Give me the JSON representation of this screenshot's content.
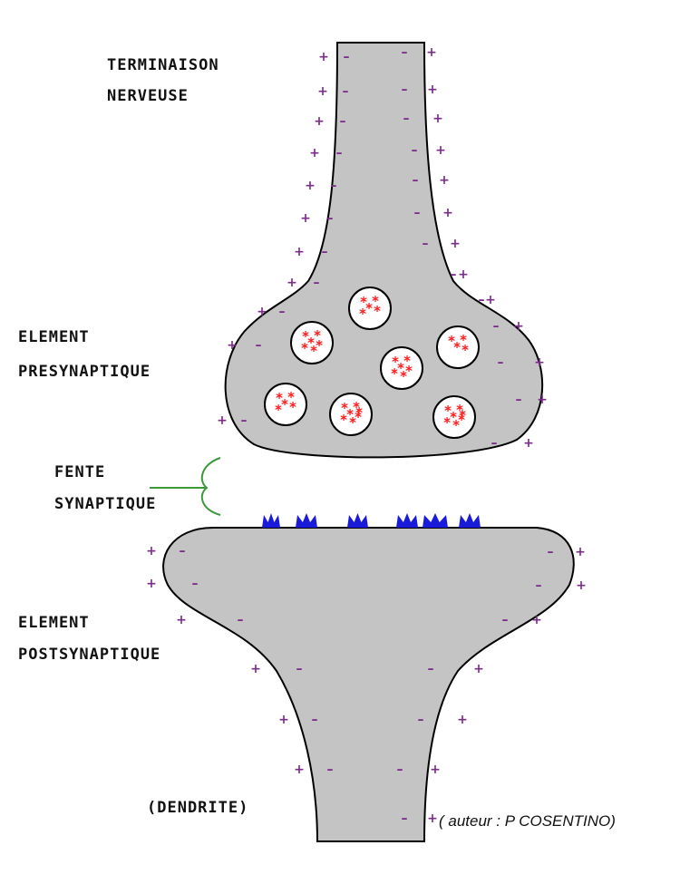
{
  "labels": {
    "nerve_ending_line1": "TERMINAISON",
    "nerve_ending_line2": "NERVEUSE",
    "presynaptic_line1": "ELEMENT",
    "presynaptic_line2": "PRESYNAPTIQUE",
    "cleft_line1": "FENTE",
    "cleft_line2": "SYNAPTIQUE",
    "postsynaptic_line1": "ELEMENT",
    "postsynaptic_line2": "POSTSYNAPTIQUE",
    "dendrite": "(DENDRITE)",
    "author": "( auteur : P COSENTINO)"
  },
  "charges": {
    "positive": "+",
    "negative": "–"
  },
  "colors": {
    "membrane_fill": "#c4c4c4",
    "outline": "#000000",
    "positive_charge": "#7b2c8a",
    "negative_charge": "#7b2c8a",
    "neurotransmitter": "#ff1a1a",
    "vesicle_fill": "#ffffff",
    "receptor": "#1a1ad9",
    "cleft_bracket": "#3a9a3a"
  }
}
